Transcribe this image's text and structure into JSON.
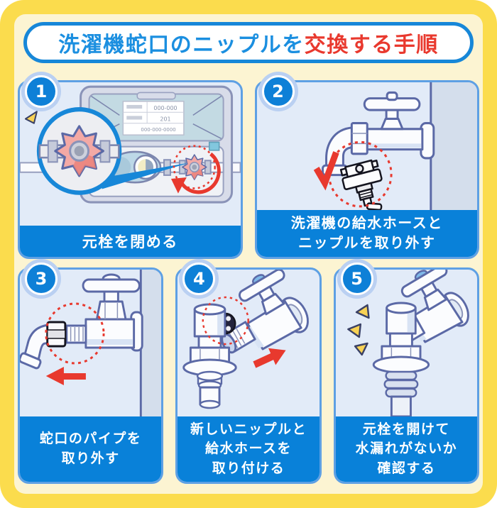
{
  "title": {
    "lead": "洗濯機蛇口のニップルを",
    "emphasis": "交換する手順"
  },
  "steps": [
    {
      "number": "1",
      "caption_lines": [
        "元栓を閉める"
      ]
    },
    {
      "number": "2",
      "caption_lines": [
        "洗濯機の給水ホースと",
        "ニップルを取り外す"
      ]
    },
    {
      "number": "3",
      "caption_lines": [
        "蛇口のパイプを",
        "取り外す"
      ]
    },
    {
      "number": "4",
      "caption_lines": [
        "新しいニップルと",
        "給水ホースを",
        "取り付ける"
      ]
    },
    {
      "number": "5",
      "caption_lines": [
        "元栓を開けて",
        "水漏れがないか",
        "確認する"
      ]
    }
  ],
  "meter_sticker": {
    "row1": "000-000",
    "row2": "201",
    "row3": "000-000-0000"
  },
  "colors": {
    "frame_yellow": "#FBDC4D",
    "inner_cream": "#FCF4D2",
    "title_blue": "#1B8FE0",
    "accent_red": "#E9392E",
    "caption_bg": "#0981D9",
    "panel_border": "#5EA0E4",
    "panel_bg": "#E2EBF8",
    "outline_indigo": "#5B69A6",
    "valve_salmon": "#F3A9A5",
    "sparkle_yellow": "#F8D254"
  }
}
